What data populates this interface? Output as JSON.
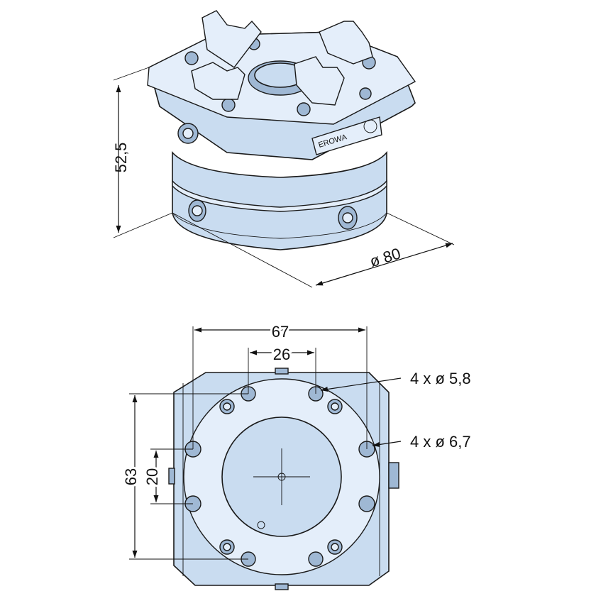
{
  "colors": {
    "part_fill": "#c9dcf0",
    "part_light": "#e4eefa",
    "part_shadow": "#9fb8d4",
    "outline": "#1a1a1a"
  },
  "iso_view": {
    "height_label": "52,5",
    "diameter_label": "ø 80",
    "logo_text": "EROWA"
  },
  "plan_view": {
    "width_outer_label": "67",
    "width_inner_label": "26",
    "height_outer_label": "63",
    "height_inner_label": "20",
    "small_holes_label": "4 x ø 5,8",
    "large_holes_label": "4 x ø 6,7"
  }
}
